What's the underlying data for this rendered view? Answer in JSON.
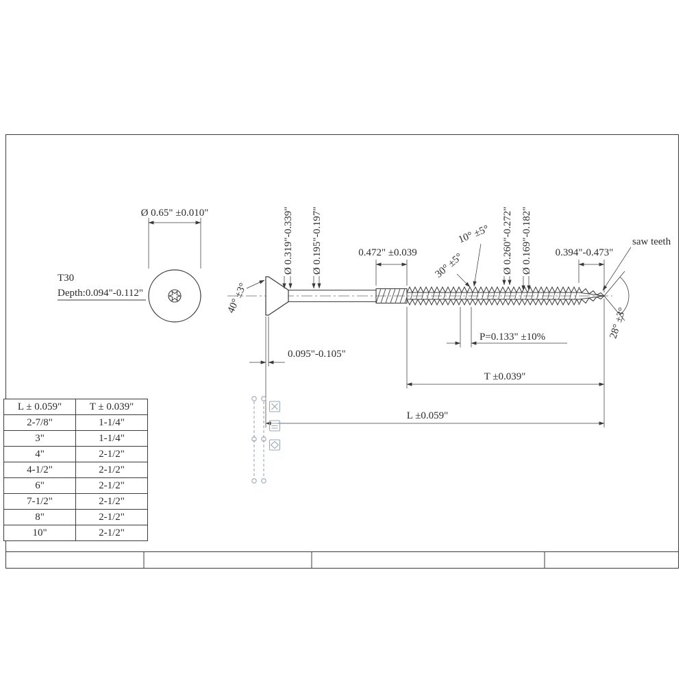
{
  "drawing": {
    "head_top_view": {
      "diameter": "Ø 0.65\" ±0.010\"",
      "drive_type": "T30",
      "drive_depth": "Depth:0.094\"-0.112\""
    },
    "side_view": {
      "head_angle": "40° ±3°",
      "shank_diameter": "Ø 0.319\"-0.339\"",
      "inner_diameter": "Ø 0.195\"-0.197\"",
      "knurl_length": "0.472\" ±0.039",
      "flank_angle_upper": "10° ±5°",
      "flank_angle_lower": "30° ±5°",
      "thread_major_diameter": "Ø 0.260\"-0.272\"",
      "thread_minor_diameter": "Ø 0.169\"-0.182\"",
      "point_length": "0.394\"-0.473\"",
      "saw_teeth_label": "saw teeth",
      "point_angle": "28° ±3°",
      "head_edge_thickness": "0.095\"-0.105\"",
      "thread_pitch": "P=0.133\" ±10%",
      "thread_length": "T ±0.039\"",
      "overall_length": "L ±0.059\""
    }
  },
  "size_table": {
    "headers": [
      "L ± 0.059\"",
      "T ± 0.039\""
    ],
    "rows": [
      [
        "2-7/8\"",
        "1-1/4\""
      ],
      [
        "3\"",
        "1-1/4\""
      ],
      [
        "4\"",
        "2-1/2\""
      ],
      [
        "4-1/2\"",
        "2-1/2\""
      ],
      [
        "6\"",
        "2-1/2\""
      ],
      [
        "7-1/2\"",
        "2-1/2\""
      ],
      [
        "8\"",
        "2-1/2\""
      ],
      [
        "10\"",
        "2-1/2\""
      ]
    ]
  },
  "colors": {
    "line": "#3a3a3a",
    "centerline": "#666666",
    "annotation": "#9aa7b5",
    "background": "#ffffff"
  }
}
